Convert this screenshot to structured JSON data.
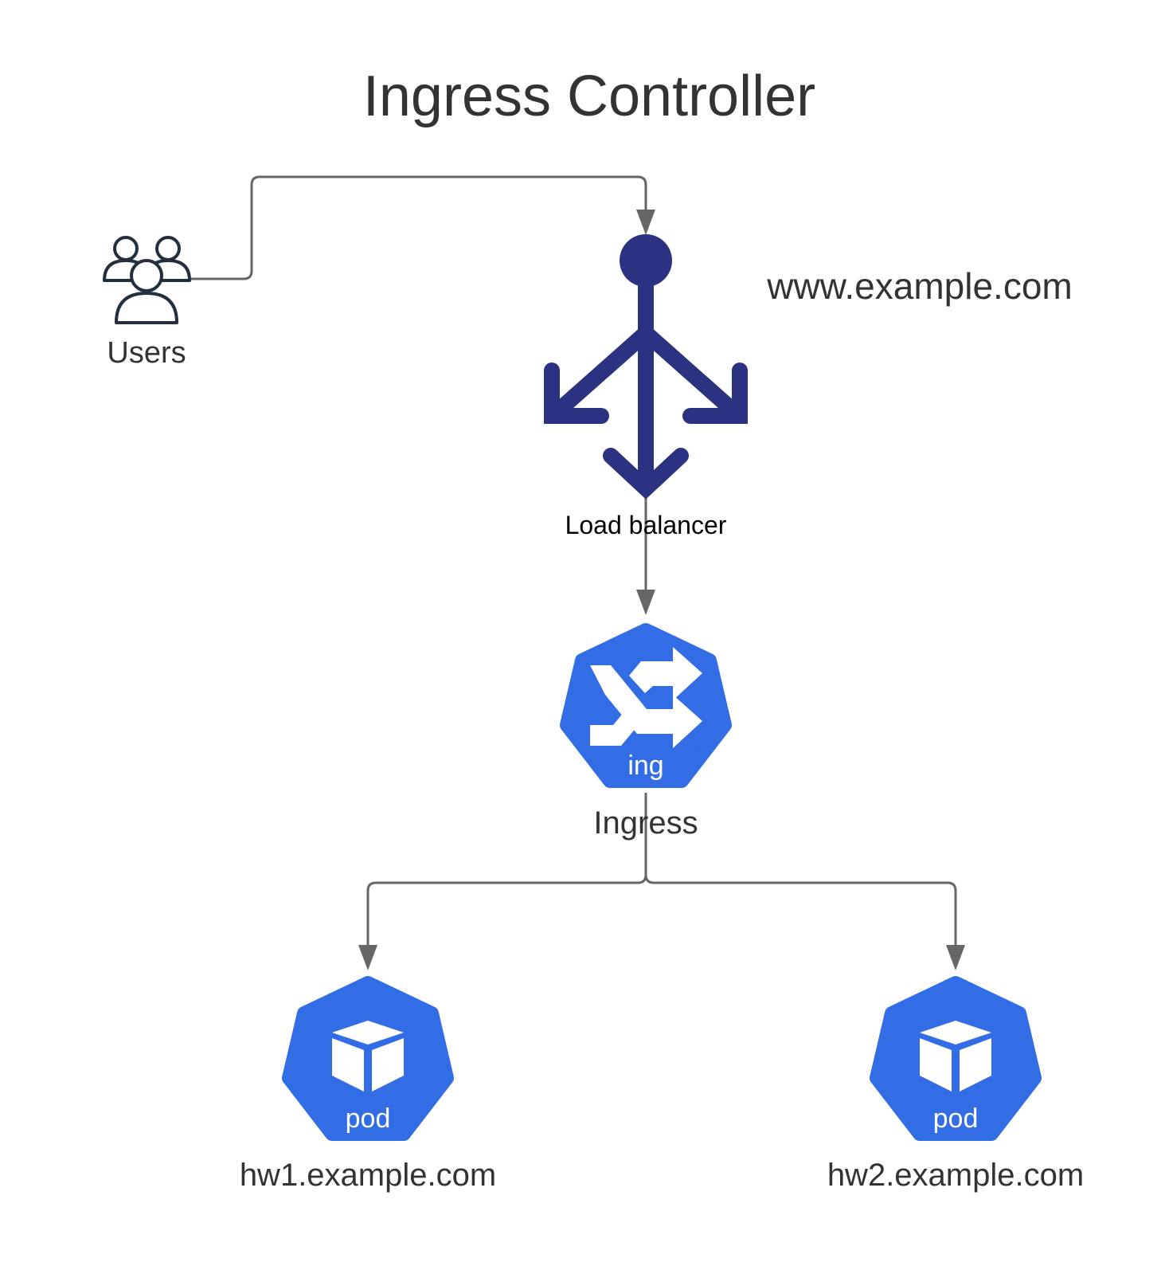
{
  "title": "Ingress Controller",
  "nodes": {
    "users": {
      "label": "Users",
      "icon": "users-icon"
    },
    "load_balancer": {
      "label": "Load balancer",
      "icon": "load-balancer-icon",
      "domain_label": "www.example.com"
    },
    "ingress": {
      "label": "Ingress",
      "badge": "ing",
      "icon": "ingress-icon"
    },
    "pod1": {
      "label": "hw1.example.com",
      "badge": "pod",
      "icon": "pod-icon"
    },
    "pod2": {
      "label": "hw2.example.com",
      "badge": "pod",
      "icon": "pod-icon"
    }
  },
  "edges": [
    {
      "from": "users",
      "to": "load_balancer"
    },
    {
      "from": "load_balancer",
      "to": "ingress"
    },
    {
      "from": "ingress",
      "to": "pod1"
    },
    {
      "from": "ingress",
      "to": "pod2"
    }
  ],
  "colors": {
    "text": "#333333",
    "connector": "#666666",
    "load_balancer": "#2B3281",
    "kubernetes_blue": "#326DE6",
    "users_outline": "#232F3E"
  }
}
